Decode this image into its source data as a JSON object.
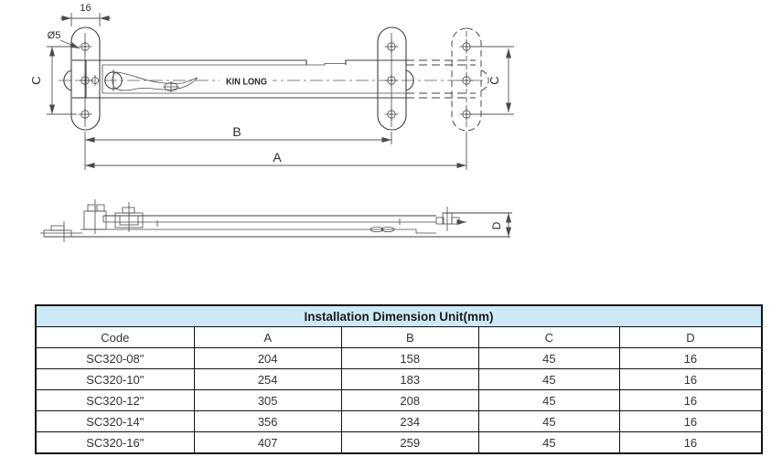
{
  "drawings": {
    "brand_label": "KIN LONG",
    "plan_view": {
      "dim_width": "16",
      "dim_hole": "Ø5",
      "dim_c_left": "C",
      "dim_c_right": "C",
      "dim_b": "B",
      "dim_a": "A"
    },
    "side_view": {
      "dim_d": "D"
    }
  },
  "table": {
    "title": "Installation Dimension Unit(mm)",
    "title_bg": "#cde9f6",
    "columns": [
      "Code",
      "A",
      "B",
      "C",
      "D"
    ],
    "rows": [
      [
        "SC320-08\"",
        "204",
        "158",
        "45",
        "16"
      ],
      [
        "SC320-10\"",
        "254",
        "183",
        "45",
        "16"
      ],
      [
        "SC320-12\"",
        "305",
        "208",
        "45",
        "16"
      ],
      [
        "SC320-14\"",
        "356",
        "234",
        "45",
        "16"
      ],
      [
        "SC320-16\"",
        "407",
        "259",
        "45",
        "16"
      ]
    ]
  }
}
